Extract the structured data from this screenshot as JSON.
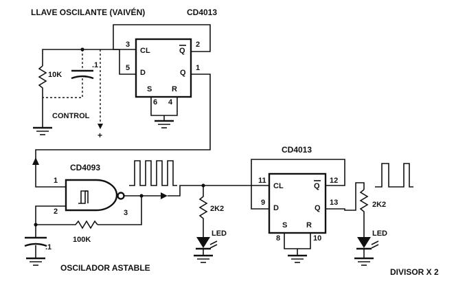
{
  "titles": {
    "switch": "LLAVE OSCILANTE  (VAIVÉN)",
    "ff_top": "CD4013",
    "ff_bottom": "CD4013",
    "nand": "CD4093",
    "control": "CONTROL",
    "plus": "+",
    "oscillator": "OSCILADOR ASTABLE",
    "divider": "DIVISOR  X  2"
  },
  "ff_top": {
    "pins": {
      "cl": "CL",
      "qbar": "Q",
      "d": "D",
      "q": "Q",
      "s": "S",
      "r": "R"
    },
    "numbers": {
      "cl": "3",
      "qbar": "2",
      "d": "5",
      "q": "1",
      "s": "6",
      "r": "4"
    }
  },
  "ff_bottom": {
    "pins": {
      "cl": "CL",
      "qbar": "Q",
      "d": "D",
      "q": "Q",
      "s": "S",
      "r": "R"
    },
    "numbers": {
      "cl": "11",
      "qbar": "12",
      "d": "9",
      "q": "13",
      "s": "8",
      "r": "10"
    }
  },
  "nand": {
    "in1": "1",
    "in2": "2",
    "out": "3"
  },
  "components": {
    "r_top": "10K",
    "c_top": ".1",
    "r_feedback": "100K",
    "c_bottom": ".1",
    "r_led1": "2K2",
    "led1": "LED",
    "r_led2": "2K2",
    "led2": "LED"
  }
}
